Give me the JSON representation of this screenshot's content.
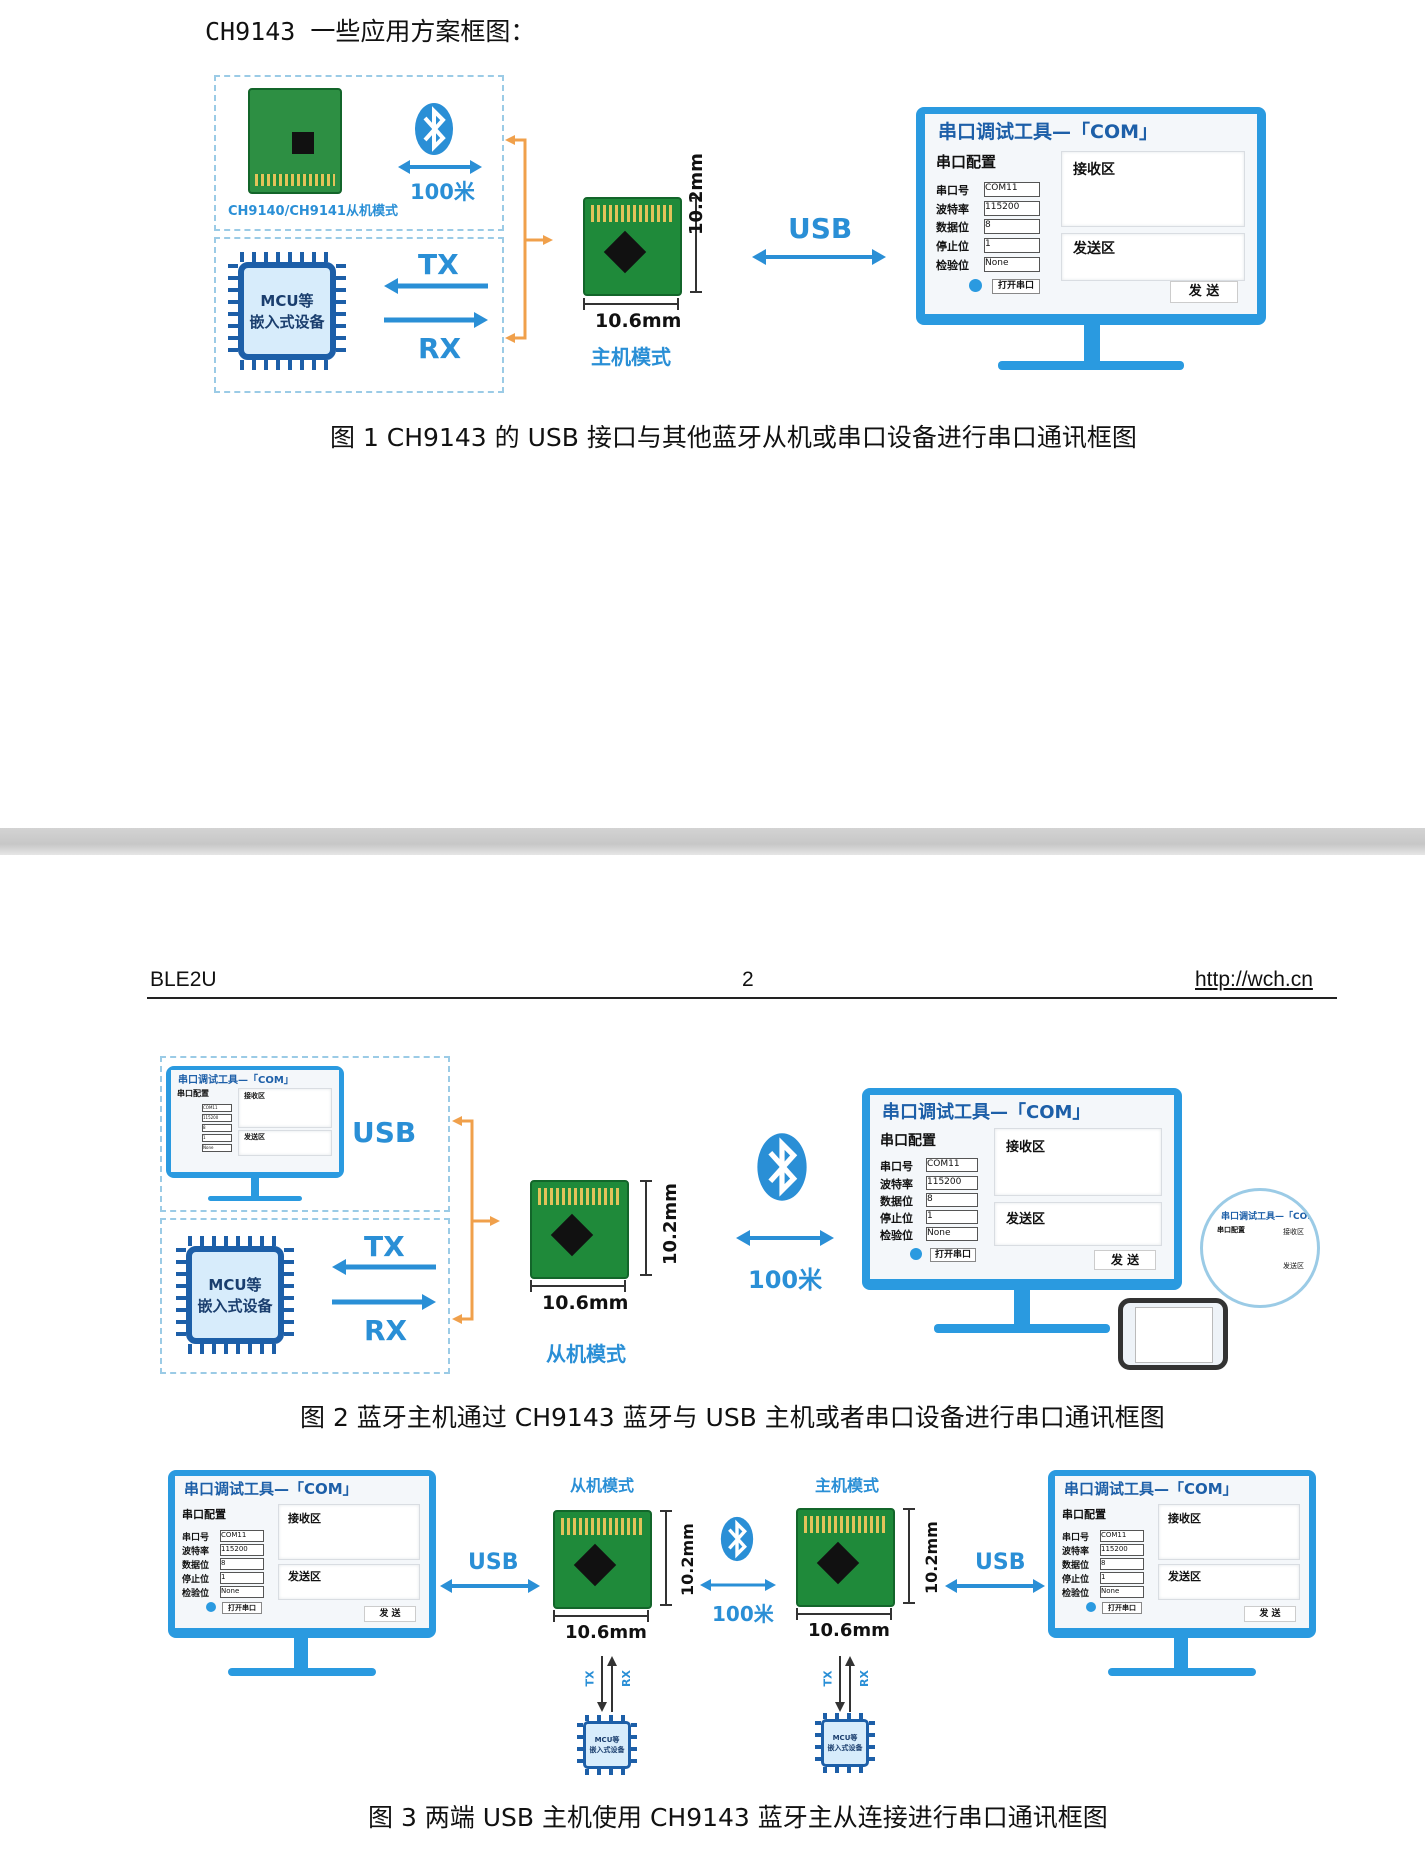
{
  "intro": "CH9143 一些应用方案框图：",
  "figure1": {
    "caption": "图 1 CH9143 的 USB 接口与其他蓝牙从机或串口设备进行串口通讯框图",
    "slave_label": "CH9140/CH9141从机模式",
    "distance": "100米",
    "tx": "TX",
    "rx": "RX",
    "mcu_label_1": "MCU等",
    "mcu_label_2": "嵌入式设备",
    "usb": "USB",
    "dim_w": "10.6mm",
    "dim_h": "10.2mm",
    "mode": "主机模式"
  },
  "page_header": {
    "left": "BLE2U",
    "center": "2",
    "right": "http://wch.cn"
  },
  "figure2": {
    "caption": "图 2 蓝牙主机通过 CH9143 蓝牙与 USB 主机或者串口设备进行串口通讯框图",
    "usb": "USB",
    "tx": "TX",
    "rx": "RX",
    "mcu_label_1": "MCU等",
    "mcu_label_2": "嵌入式设备",
    "dim_w": "10.6mm",
    "dim_h": "10.2mm",
    "mode": "从机模式",
    "distance": "100米"
  },
  "figure3": {
    "caption": "图 3 两端 USB 主机使用 CH9143 蓝牙主从连接进行串口通讯框图",
    "usb": "USB",
    "slave_mode": "从机模式",
    "master_mode": "主机模式",
    "dim_w": "10.6mm",
    "dim_h": "10.2mm",
    "distance": "100米",
    "tx": "TX",
    "rx": "RX",
    "mcu_label_1": "MCU等",
    "mcu_label_2": "嵌入式设备"
  },
  "serial_tool": {
    "title": "串口调试工具—「COM」",
    "config": "串口配置",
    "port_label": "串口号",
    "port_value": "COM11",
    "baud_label": "波特率",
    "baud_value": "115200",
    "data_label": "数据位",
    "data_value": "8",
    "stop_label": "停止位",
    "stop_value": "1",
    "parity_label": "检验位",
    "parity_value": "None",
    "open_button": "打开串口",
    "receive": "接收区",
    "send_area": "发送区",
    "send_button": "发 送"
  },
  "colors": {
    "accent": "#2a9ae0",
    "dark_blue": "#1d5fa8",
    "orange": "#f0a04b",
    "pcb_green": "#1f8a3a"
  }
}
